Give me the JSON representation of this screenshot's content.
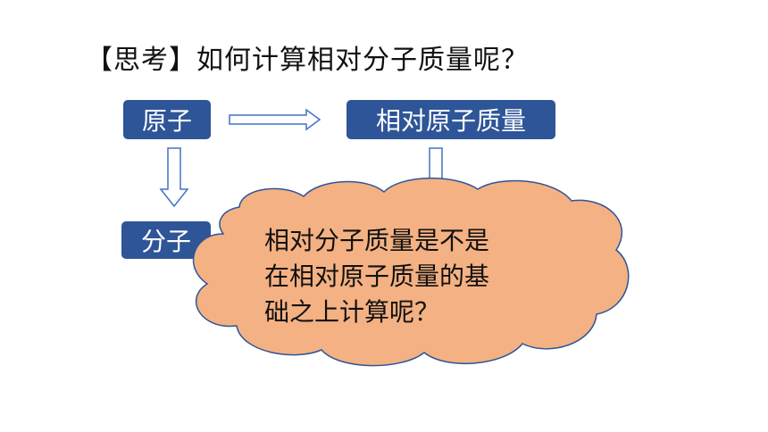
{
  "title": "【思考】如何计算相对分子质量呢？",
  "boxes": {
    "atom": "原子",
    "relative_atomic_mass": "相对原子质量",
    "molecule": "分子"
  },
  "cloud": {
    "lines": [
      "相对分子质量是不是",
      "在相对原子质量的基",
      "础之上计算呢？"
    ]
  },
  "colors": {
    "box_fill": "#2E5597",
    "arrow_stroke": "#4472C4",
    "cloud_fill": "#F4B183",
    "cloud_stroke": "#2E5597"
  }
}
